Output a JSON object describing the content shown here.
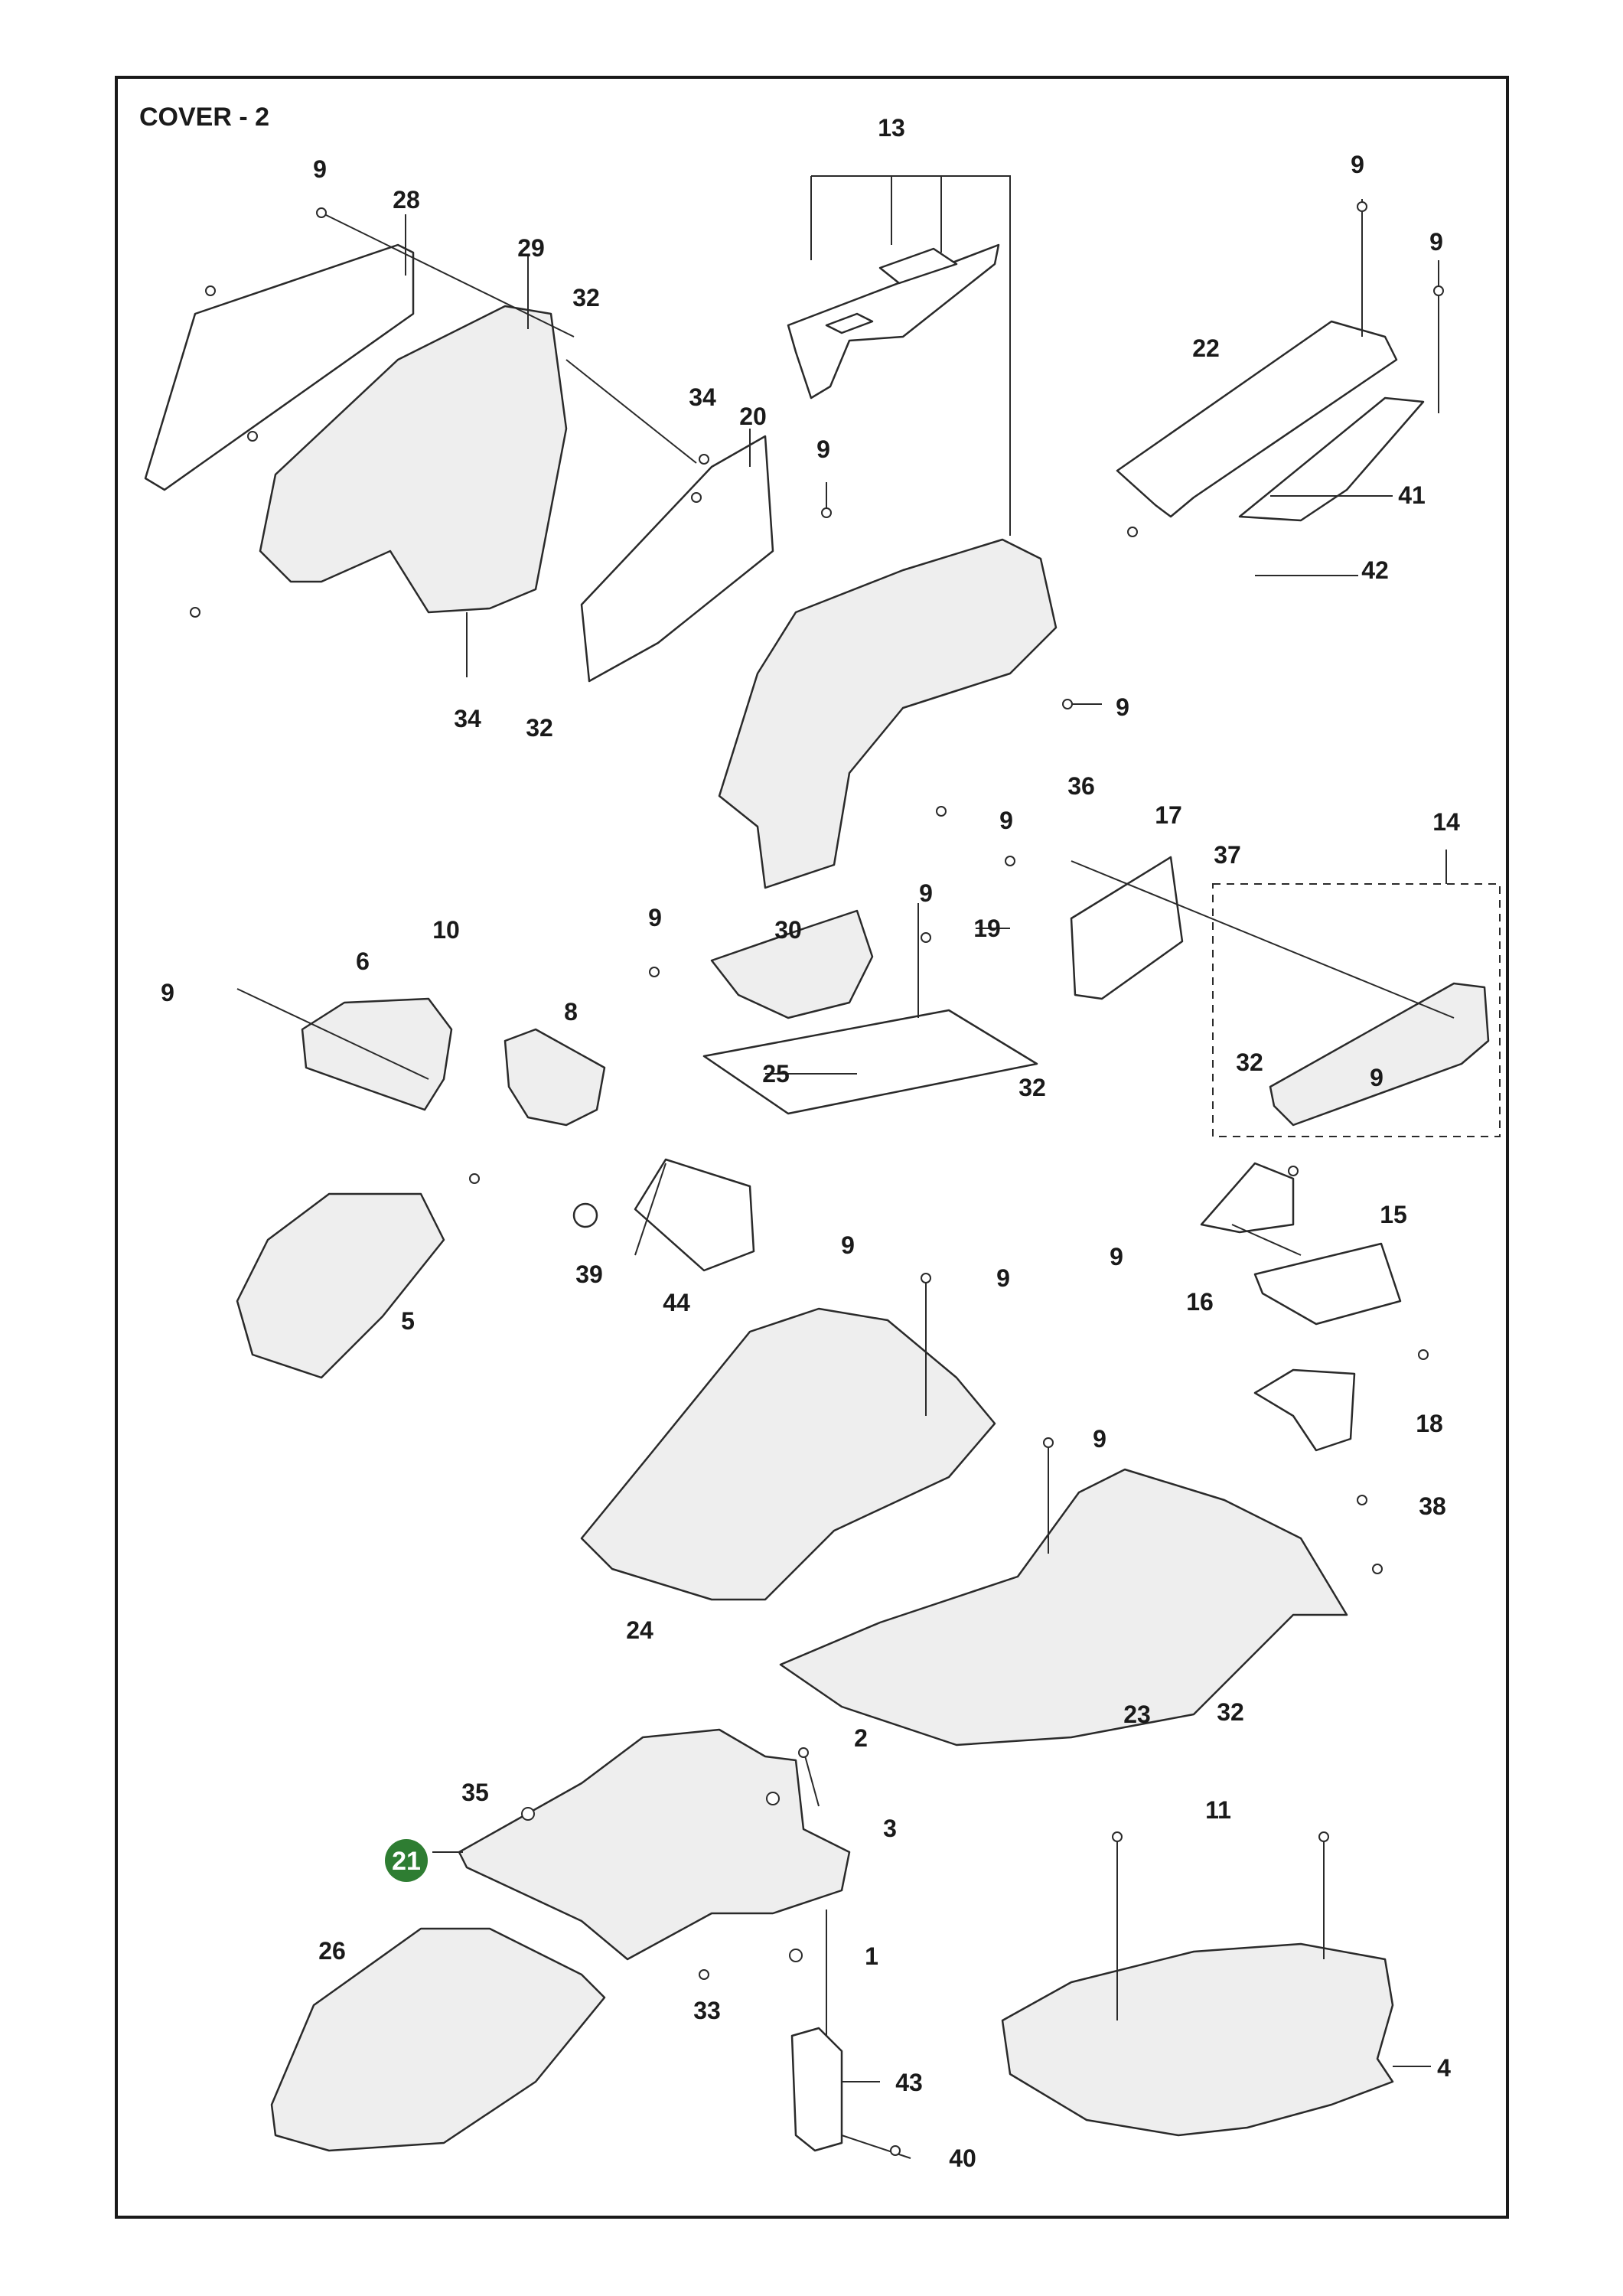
{
  "title": "COVER - 2",
  "highlight_color": "#2e7d32",
  "highlighted_part": "21",
  "callouts": [
    {
      "id": "c13",
      "text": "13"
    },
    {
      "id": "c9a",
      "text": "9"
    },
    {
      "id": "c28",
      "text": "28"
    },
    {
      "id": "c29",
      "text": "29"
    },
    {
      "id": "c32a",
      "text": "32"
    },
    {
      "id": "c34a",
      "text": "34"
    },
    {
      "id": "c20",
      "text": "20"
    },
    {
      "id": "c9b",
      "text": "9"
    },
    {
      "id": "c34b",
      "text": "34"
    },
    {
      "id": "c32b",
      "text": "32"
    },
    {
      "id": "c9c",
      "text": "9"
    },
    {
      "id": "c9d",
      "text": "9"
    },
    {
      "id": "c22",
      "text": "22"
    },
    {
      "id": "c41",
      "text": "41"
    },
    {
      "id": "c42",
      "text": "42"
    },
    {
      "id": "c9e",
      "text": "9"
    },
    {
      "id": "c36",
      "text": "36"
    },
    {
      "id": "c17",
      "text": "17"
    },
    {
      "id": "c14",
      "text": "14"
    },
    {
      "id": "c9f",
      "text": "9"
    },
    {
      "id": "c37",
      "text": "37"
    },
    {
      "id": "c19",
      "text": "19"
    },
    {
      "id": "c32c",
      "text": "32"
    },
    {
      "id": "c10",
      "text": "10"
    },
    {
      "id": "c9g",
      "text": "9"
    },
    {
      "id": "c6",
      "text": "6"
    },
    {
      "id": "c8",
      "text": "8"
    },
    {
      "id": "c9h",
      "text": "9"
    },
    {
      "id": "c30",
      "text": "30"
    },
    {
      "id": "c9i",
      "text": "9"
    },
    {
      "id": "c25",
      "text": "25"
    },
    {
      "id": "c32d",
      "text": "32"
    },
    {
      "id": "c9j",
      "text": "9"
    },
    {
      "id": "c15",
      "text": "15"
    },
    {
      "id": "c9k",
      "text": "9"
    },
    {
      "id": "c16",
      "text": "16"
    },
    {
      "id": "c39",
      "text": "39"
    },
    {
      "id": "c44",
      "text": "44"
    },
    {
      "id": "c9l",
      "text": "9"
    },
    {
      "id": "c5",
      "text": "5"
    },
    {
      "id": "c9m",
      "text": "9"
    },
    {
      "id": "c18",
      "text": "18"
    },
    {
      "id": "c9n",
      "text": "9"
    },
    {
      "id": "c38",
      "text": "38"
    },
    {
      "id": "c24",
      "text": "24"
    },
    {
      "id": "c23",
      "text": "23"
    },
    {
      "id": "c32e",
      "text": "32"
    },
    {
      "id": "c2",
      "text": "2"
    },
    {
      "id": "c35",
      "text": "35"
    },
    {
      "id": "c3",
      "text": "3"
    },
    {
      "id": "c11",
      "text": "11"
    },
    {
      "id": "c21",
      "text": "21"
    },
    {
      "id": "c26",
      "text": "26"
    },
    {
      "id": "c1",
      "text": "1"
    },
    {
      "id": "c33",
      "text": "33"
    },
    {
      "id": "c43",
      "text": "43"
    },
    {
      "id": "c4",
      "text": "4"
    },
    {
      "id": "c40",
      "text": "40"
    }
  ]
}
